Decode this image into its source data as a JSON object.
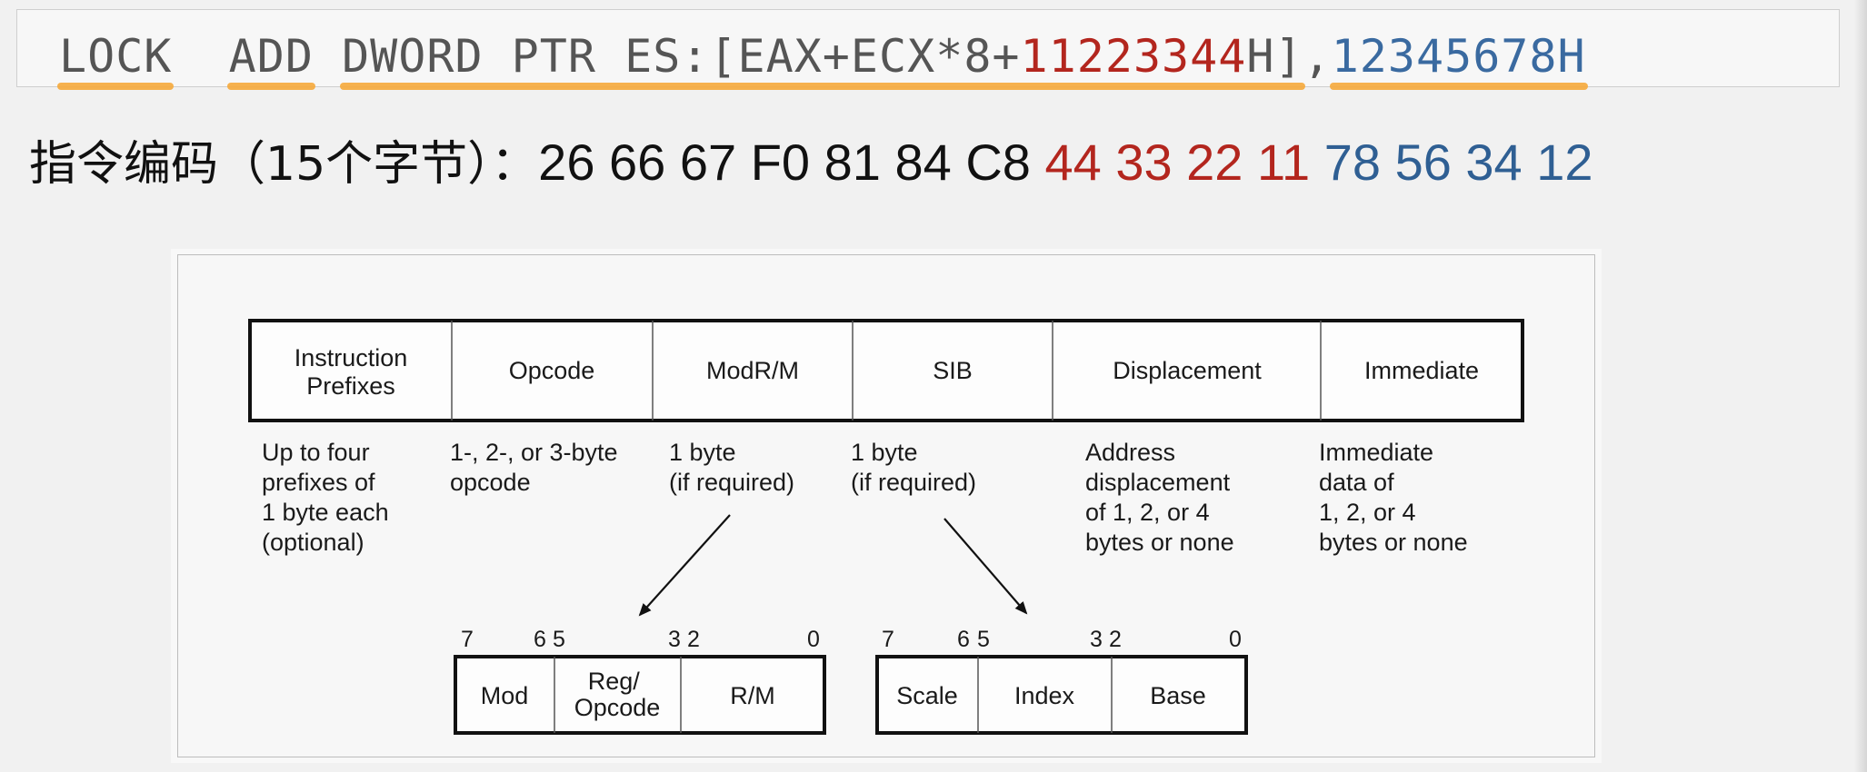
{
  "asm": {
    "lock": "LOCK",
    "add": "ADD",
    "dword": "DWORD PTR ES:[EAX+ECX*8+",
    "disp": "11223344",
    "disp_suffix": "H]",
    "comma": ",",
    "imm": "12345678H"
  },
  "encoding": {
    "label": "指令编码（15个字节）：",
    "base_bytes": "26 66 67 F0 81 84 C8",
    "disp_bytes": "44 33 22 11",
    "imm_bytes": "78 56 34 12"
  },
  "format": {
    "fields": [
      {
        "name": "Instruction\nPrefixes",
        "desc": "Up to four\nprefixes of\n1 byte each\n(optional)"
      },
      {
        "name": "Opcode",
        "desc": "1-, 2-, or 3-byte\nopcode"
      },
      {
        "name": "ModR/M",
        "desc": "1 byte\n(if required)"
      },
      {
        "name": "SIB",
        "desc": "1 byte\n(if required)"
      },
      {
        "name": "Displacement",
        "desc": "Address\ndisplacement\nof 1, 2, or 4\nbytes or none"
      },
      {
        "name": "Immediate",
        "desc": "Immediate\ndata of\n1, 2, or 4\nbytes or none"
      }
    ],
    "modrm": {
      "bits": [
        "7",
        "6",
        "5",
        "3",
        "2",
        "0"
      ],
      "fields": [
        "Mod",
        "Reg/\nOpcode",
        "R/M"
      ]
    },
    "sib": {
      "bits": [
        "7",
        "6",
        "5",
        "3",
        "2",
        "0"
      ],
      "fields": [
        "Scale",
        "Index",
        "Base"
      ]
    }
  },
  "colors": {
    "highlight": "#f5a93b",
    "displacement": "#b3261e",
    "immediate": "#2f5f93"
  }
}
